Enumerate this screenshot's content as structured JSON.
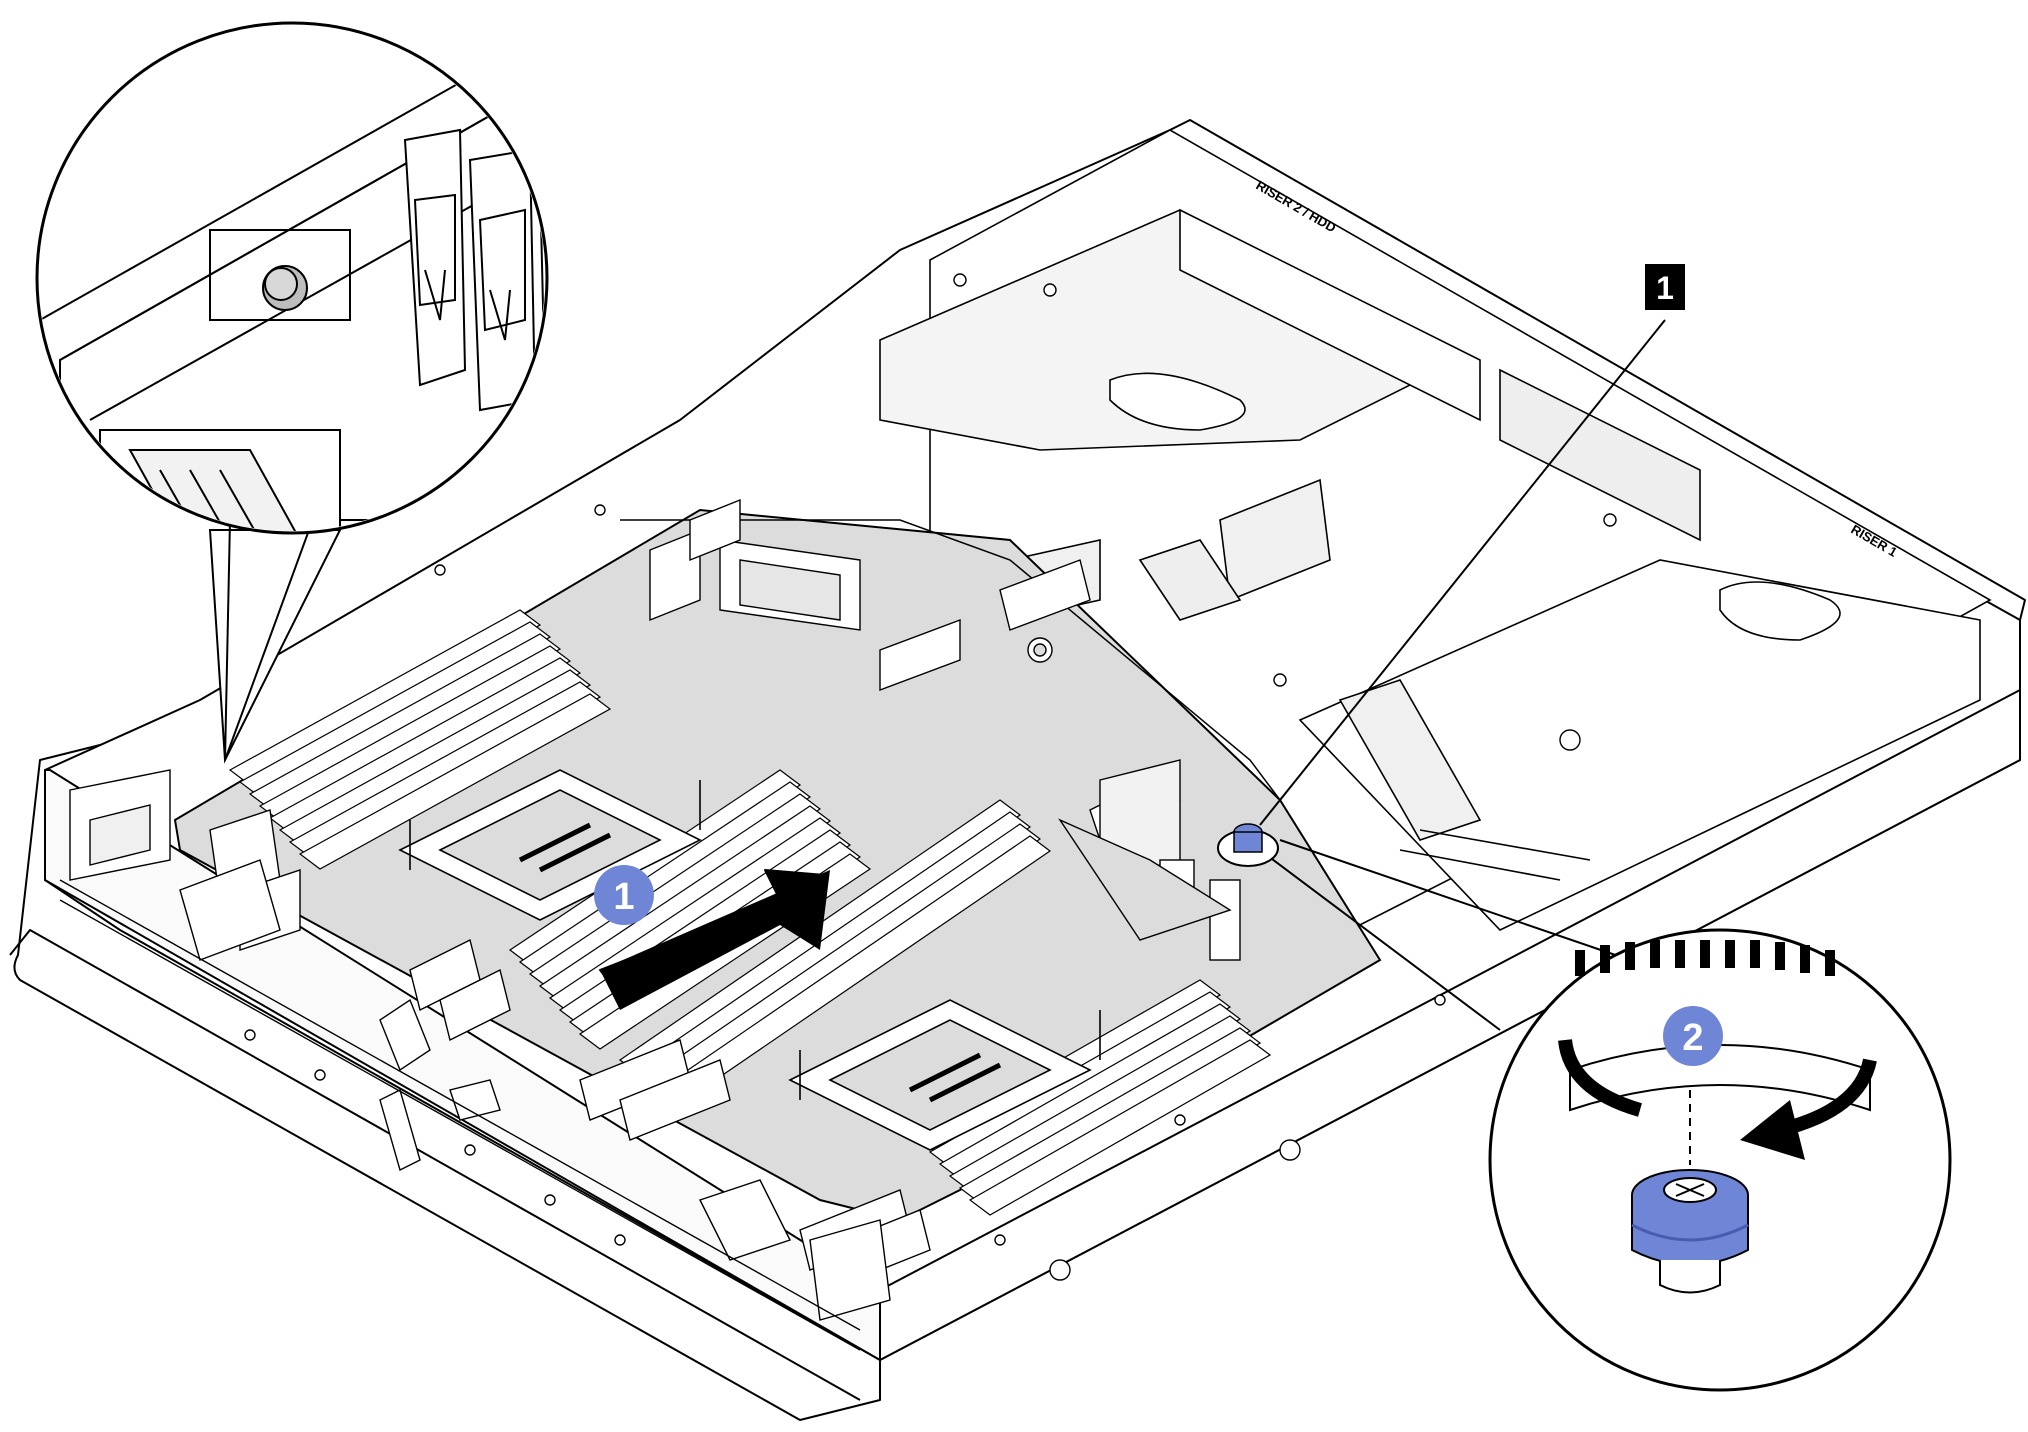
{
  "callouts": {
    "step1": "1",
    "step2": "2",
    "part1": "1"
  },
  "labels": {
    "riser_top": "RISER 2 / HDD",
    "riser_right": "RISER 1"
  },
  "colors": {
    "line": "#000000",
    "board": "#dcdcdc",
    "chassis": "#ffffff",
    "accent": "#6f86d6",
    "accent_dark": "#4a5cb0",
    "part_label_bg": "#000000",
    "part_label_fg": "#ffffff"
  },
  "icons": {
    "arrow": "push-direction-arrow",
    "rotation": "clockwise-rotation-arrow"
  }
}
